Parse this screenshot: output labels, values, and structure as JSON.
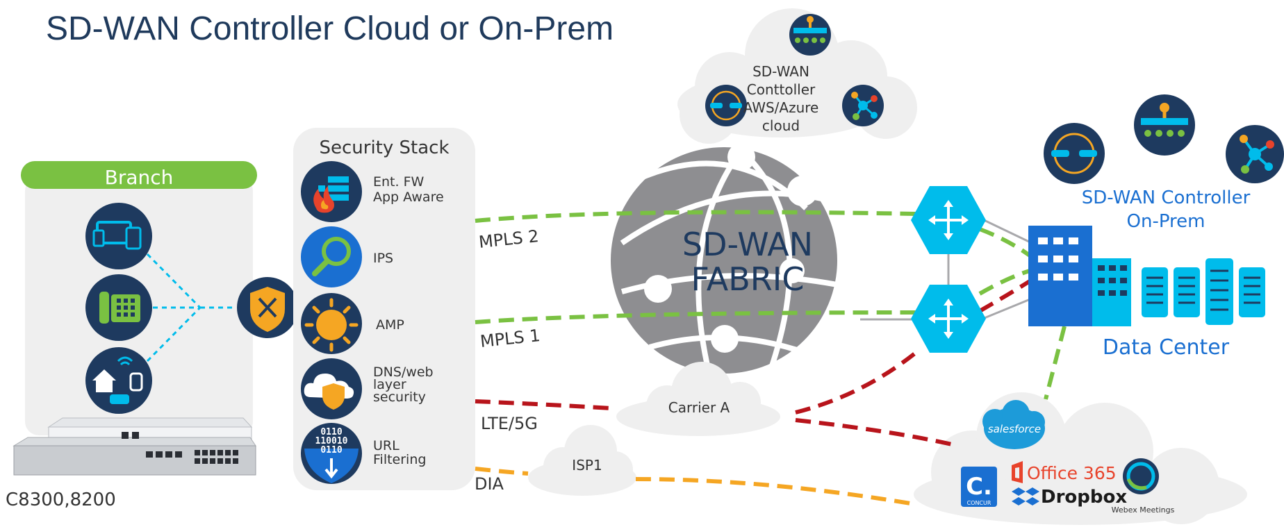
{
  "title": "SD-WAN Controller Cloud or On-Prem",
  "branch": {
    "header": "Branch",
    "device_label": "C8300,8200",
    "icons": [
      "devices-icon",
      "phone-icon",
      "iot-icon"
    ]
  },
  "security_stack": {
    "title": "Security Stack",
    "items": [
      {
        "label_lines": [
          "Ent. FW",
          "App Aware"
        ],
        "icon": "firewall-icon"
      },
      {
        "label_lines": [
          "IPS"
        ],
        "icon": "magnifier-icon"
      },
      {
        "label_lines": [
          "AMP"
        ],
        "icon": "malware-bug-icon"
      },
      {
        "label_lines": [
          "DNS/web",
          "layer",
          "security"
        ],
        "icon": "cloud-shield-icon"
      },
      {
        "label_lines": [
          "URL",
          "Filtering"
        ],
        "icon": "url-filter-icon"
      }
    ],
    "binary_text": [
      "0110",
      "110010",
      "0110"
    ]
  },
  "links": {
    "mpls2": "MPLS 2",
    "mpls1": "MPLS 1",
    "lte": "LTE/5G",
    "dia": "DIA"
  },
  "clouds": {
    "carrier": "Carrier A",
    "isp": "ISP1",
    "controller_cloud_lines": [
      "SD-WAN",
      "Conttoller",
      "AWS/Azure",
      "cloud"
    ]
  },
  "fabric": {
    "line1": "SD-WAN",
    "line2": "FABRIC"
  },
  "onprem": {
    "line1": "SD-WAN Controller",
    "line2": "On-Prem"
  },
  "datacenter": {
    "label": "Data Center"
  },
  "saas": {
    "salesforce": "salesforce",
    "office": "Office 365",
    "dropbox": "Dropbox",
    "concur": "CONCUR",
    "webex": "Webex Meetings"
  },
  "colors": {
    "navy": "#1e3a5f",
    "cyan": "#00bceb",
    "green": "#7ac142",
    "red": "#b8141b",
    "orange": "#f5a623",
    "gray_panel": "#efefef"
  }
}
